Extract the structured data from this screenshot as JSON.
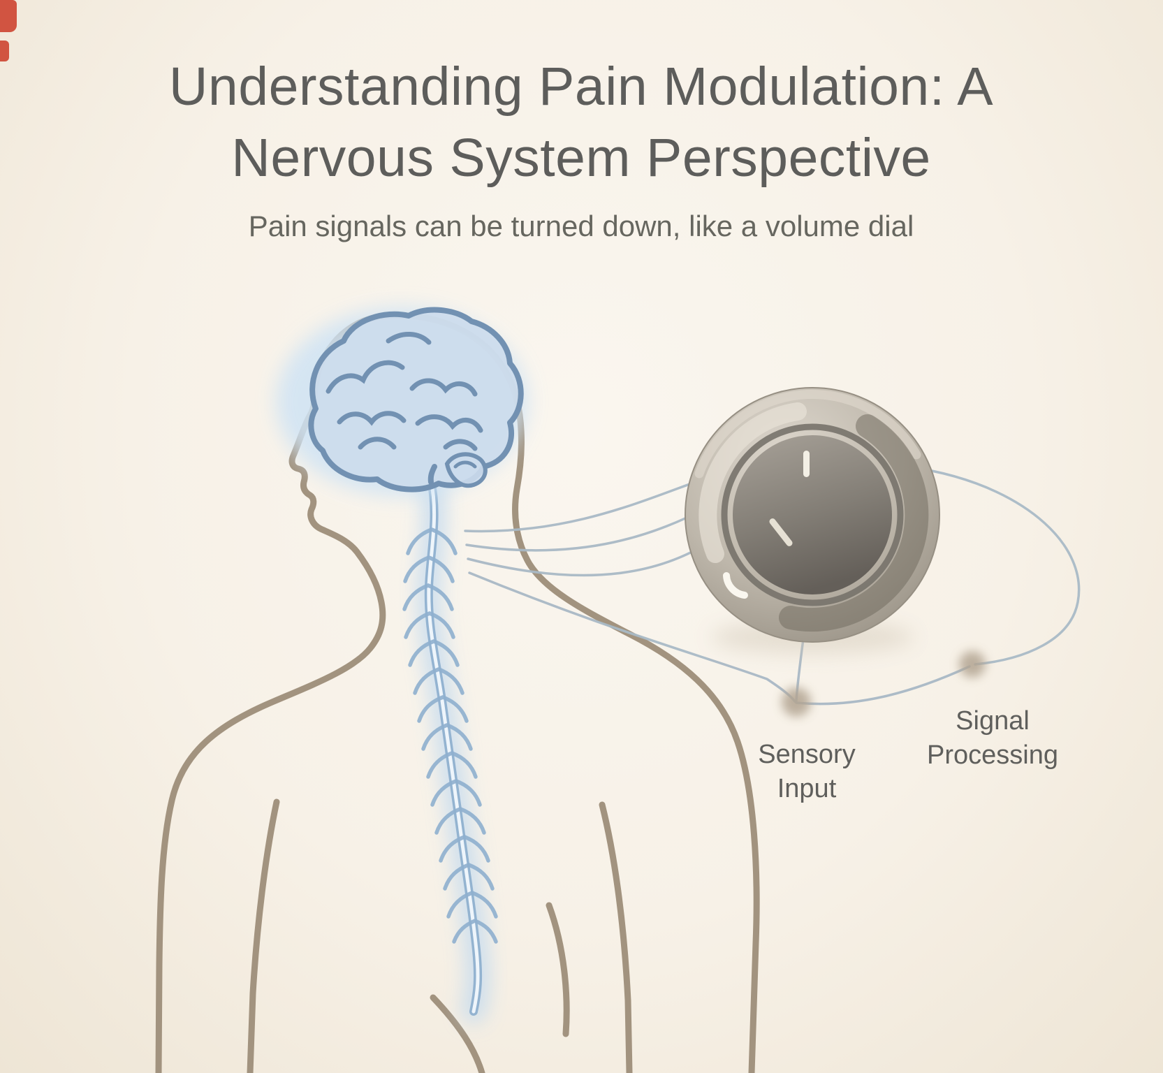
{
  "page": {
    "title": "Understanding Pain Modulation: A Nervous System Perspective",
    "subtitle": "Pain signals can be turned down, like a volume dial"
  },
  "diagram": {
    "labels": {
      "sensory_input": "Sensory Input",
      "signal_processing": "Signal Processing"
    },
    "elements": [
      "human-silhouette",
      "brain",
      "spinal-cord",
      "nerve-branches",
      "connector-nerves",
      "volume-dial",
      "sensory-input-node",
      "signal-processing-node"
    ],
    "colors": {
      "background": "#f7f1e7",
      "title_text": "#5d5d5b",
      "subtitle_text": "#66665f",
      "label_text": "#5f5f5c",
      "body_outline": "#a2937f",
      "neural_blue": "#7fa0c2",
      "neural_glow": "#cfe2f2",
      "connector": "#a9b9c6",
      "dial_outer": "#beb7ab",
      "dial_knob": "#837e76",
      "dial_tick": "#f3efe5",
      "node_fill": "#b2a492",
      "corner_mark_red": "#cb3a26"
    }
  }
}
